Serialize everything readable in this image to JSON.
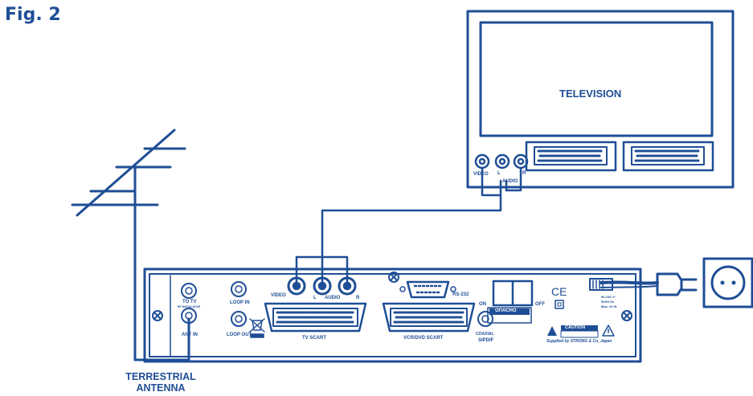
{
  "figure_label": "Fig. 2",
  "television": {
    "label": "TELEVISION",
    "jack_labels": {
      "video": "VIDEO",
      "audio": "AUDIO",
      "left": "L",
      "right": "R"
    }
  },
  "antenna": {
    "label_line1": "TERRESTRIAL",
    "label_line2": "ANTENNA"
  },
  "receiver": {
    "to_tv": "TO TV",
    "to_tv_sub": "RF MODULATOR",
    "ant_in": "ANT IN",
    "loop_in": "LOOP IN",
    "loop_out": "LOOP OUT",
    "tv_scart": "TV SCART",
    "video": "VIDEO",
    "l": "L",
    "audio": "AUDIO",
    "r": "R",
    "rs232": "RS-232",
    "vcr_scart": "VCR/DVD SCART",
    "on": "ON",
    "off": "OFF",
    "coaxial": "COAXIAL",
    "spdif": "SIPDIF",
    "warning_cyrillic": "ОПАСНО",
    "caution": "CAUTION",
    "supplied_by": "Supplied by STRONG & Co, Japan",
    "power_rating_1": "90-240 V~",
    "power_rating_2": "50/60 Hz",
    "power_rating_3": "Max. 20 W",
    "ce_mark": "CE"
  },
  "colors": {
    "line": "#1f4e96",
    "background": "#ffffff"
  }
}
